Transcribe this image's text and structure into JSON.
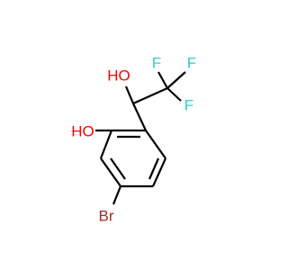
{
  "structure": {
    "atoms": {
      "oh_alcohol": "HO",
      "oh_phenol": "HO",
      "fluorine_top_left": "F",
      "fluorine_top_right": "F",
      "fluorine_right": "F",
      "bromine": "Br"
    },
    "colors": {
      "bond": "#000000",
      "oxygen": "#ff0000",
      "fluorine": "#33cccc",
      "bromine": "#a62929",
      "background": "#ffffff"
    }
  }
}
